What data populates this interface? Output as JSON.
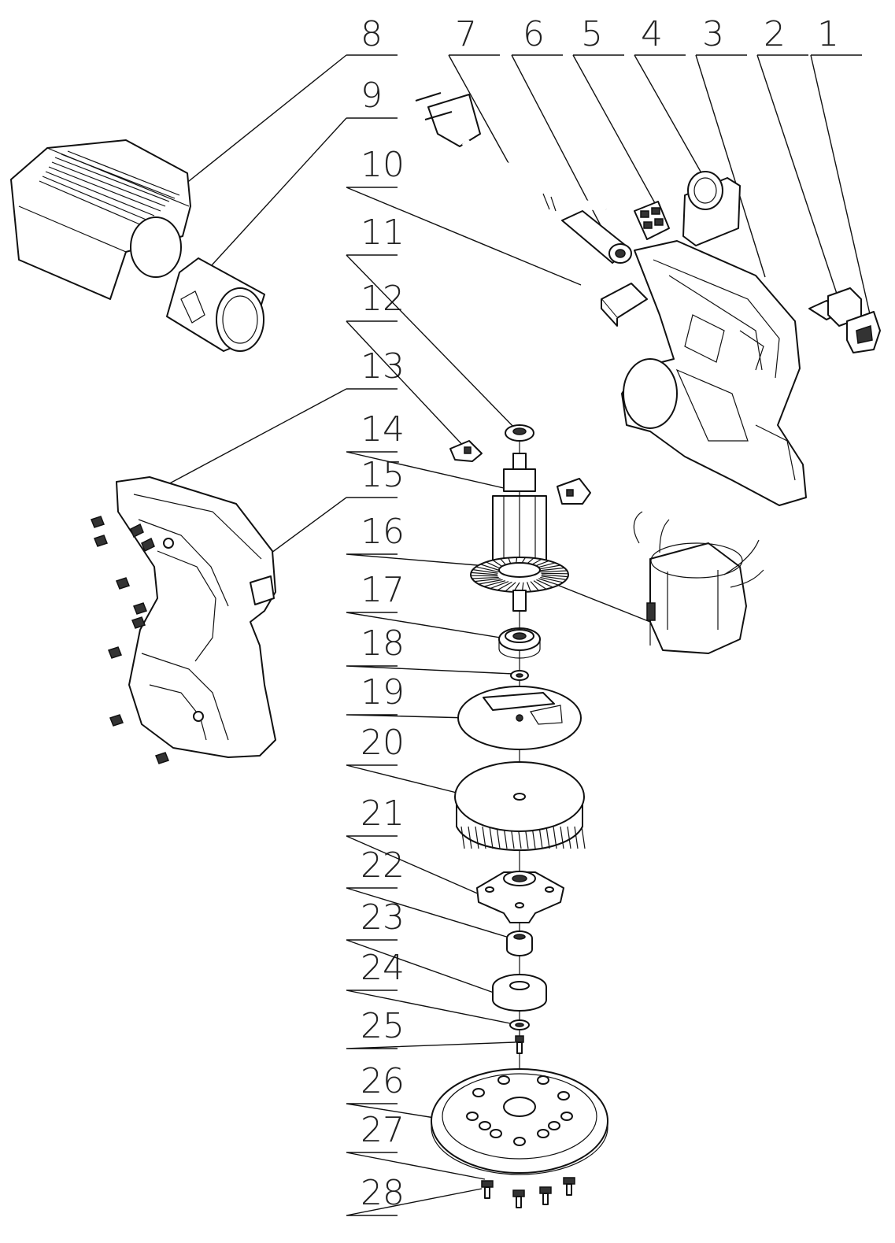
{
  "labels": [
    "8",
    "7",
    "6",
    "5",
    "4",
    "3",
    "2",
    "1",
    "9",
    "10",
    "11",
    "12",
    "13",
    "14",
    "15",
    "16",
    "17",
    "18",
    "19",
    "20",
    "21",
    "22",
    "23",
    "24",
    "25",
    "26",
    "27",
    "28"
  ],
  "colors": {
    "line": "#111111",
    "paper": "#ffffff",
    "shade": "#d9d9d9",
    "dark": "#333333"
  }
}
